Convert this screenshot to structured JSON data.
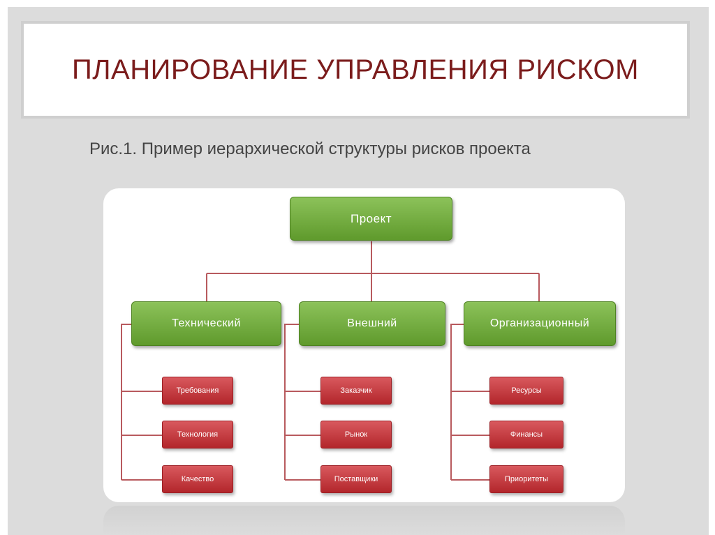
{
  "slide": {
    "title": "ПЛАНИРОВАНИЕ УПРАВЛЕНИЯ  РИСКОМ",
    "caption": "Рис.1. Пример иерархической структуры рисков проекта"
  },
  "diagram": {
    "root": "Проект",
    "categories": [
      {
        "label": "Технический",
        "items": [
          "Требования",
          "Технология",
          "Качество"
        ]
      },
      {
        "label": "Внешний",
        "items": [
          "Заказчик",
          "Рынок",
          "Поставщики"
        ]
      },
      {
        "label": "Организационный",
        "items": [
          "Ресурсы",
          "Финансы",
          "Приоритеты"
        ]
      }
    ],
    "colors": {
      "title": "#7b1c1c",
      "level1": "#6fa83b",
      "level2": "#c43a3f",
      "connector": "#b85a5e"
    }
  }
}
